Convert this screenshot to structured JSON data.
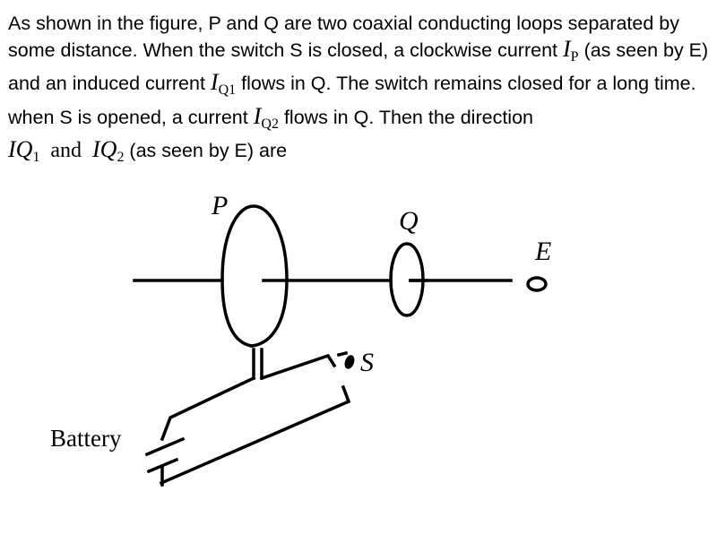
{
  "question": {
    "part1": "As shown in the figure, P and Q are two coaxial conducting loops separated by some distance. When the switch S is closed, a clockwise current",
    "ip_sym": "I",
    "ip_sub": "P",
    "part2": "(as seen by E) and an induced current",
    "iq1_sym": "I",
    "iq1_sub": "Q1",
    "part3": "flows in Q. The switch remains closed for a long time. when S is opened, a current",
    "iq2_sym": "I",
    "iq2_sub": "Q2",
    "part4": "flows in Q. Then the direction",
    "exp_a_sym": "IQ",
    "exp_a_sub": "1",
    "exp_and": "and",
    "exp_b_sym": "IQ",
    "exp_b_sub": "2",
    "part5": "(as seen by E) are"
  },
  "figure": {
    "label_p": "P",
    "label_q": "Q",
    "label_e": "E",
    "label_s": "S",
    "label_battery": "Battery"
  }
}
